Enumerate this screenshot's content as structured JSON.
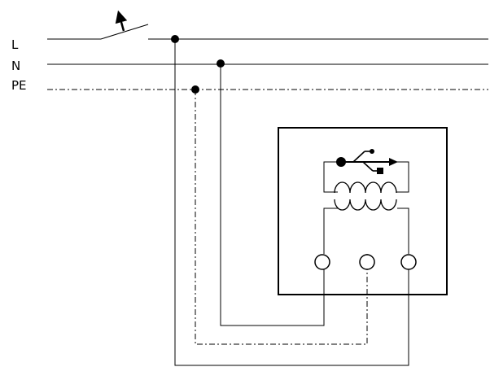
{
  "labels": {
    "line": "L",
    "neutral": "N",
    "protective_earth": "PE"
  },
  "symbols": {
    "switch": "switch-icon",
    "usb": "usb-icon",
    "transformer": "transformer-icon",
    "terminals": [
      "terminal-left",
      "terminal-middle",
      "terminal-right"
    ]
  },
  "colors": {
    "line": "#000000",
    "background": "#ffffff"
  }
}
